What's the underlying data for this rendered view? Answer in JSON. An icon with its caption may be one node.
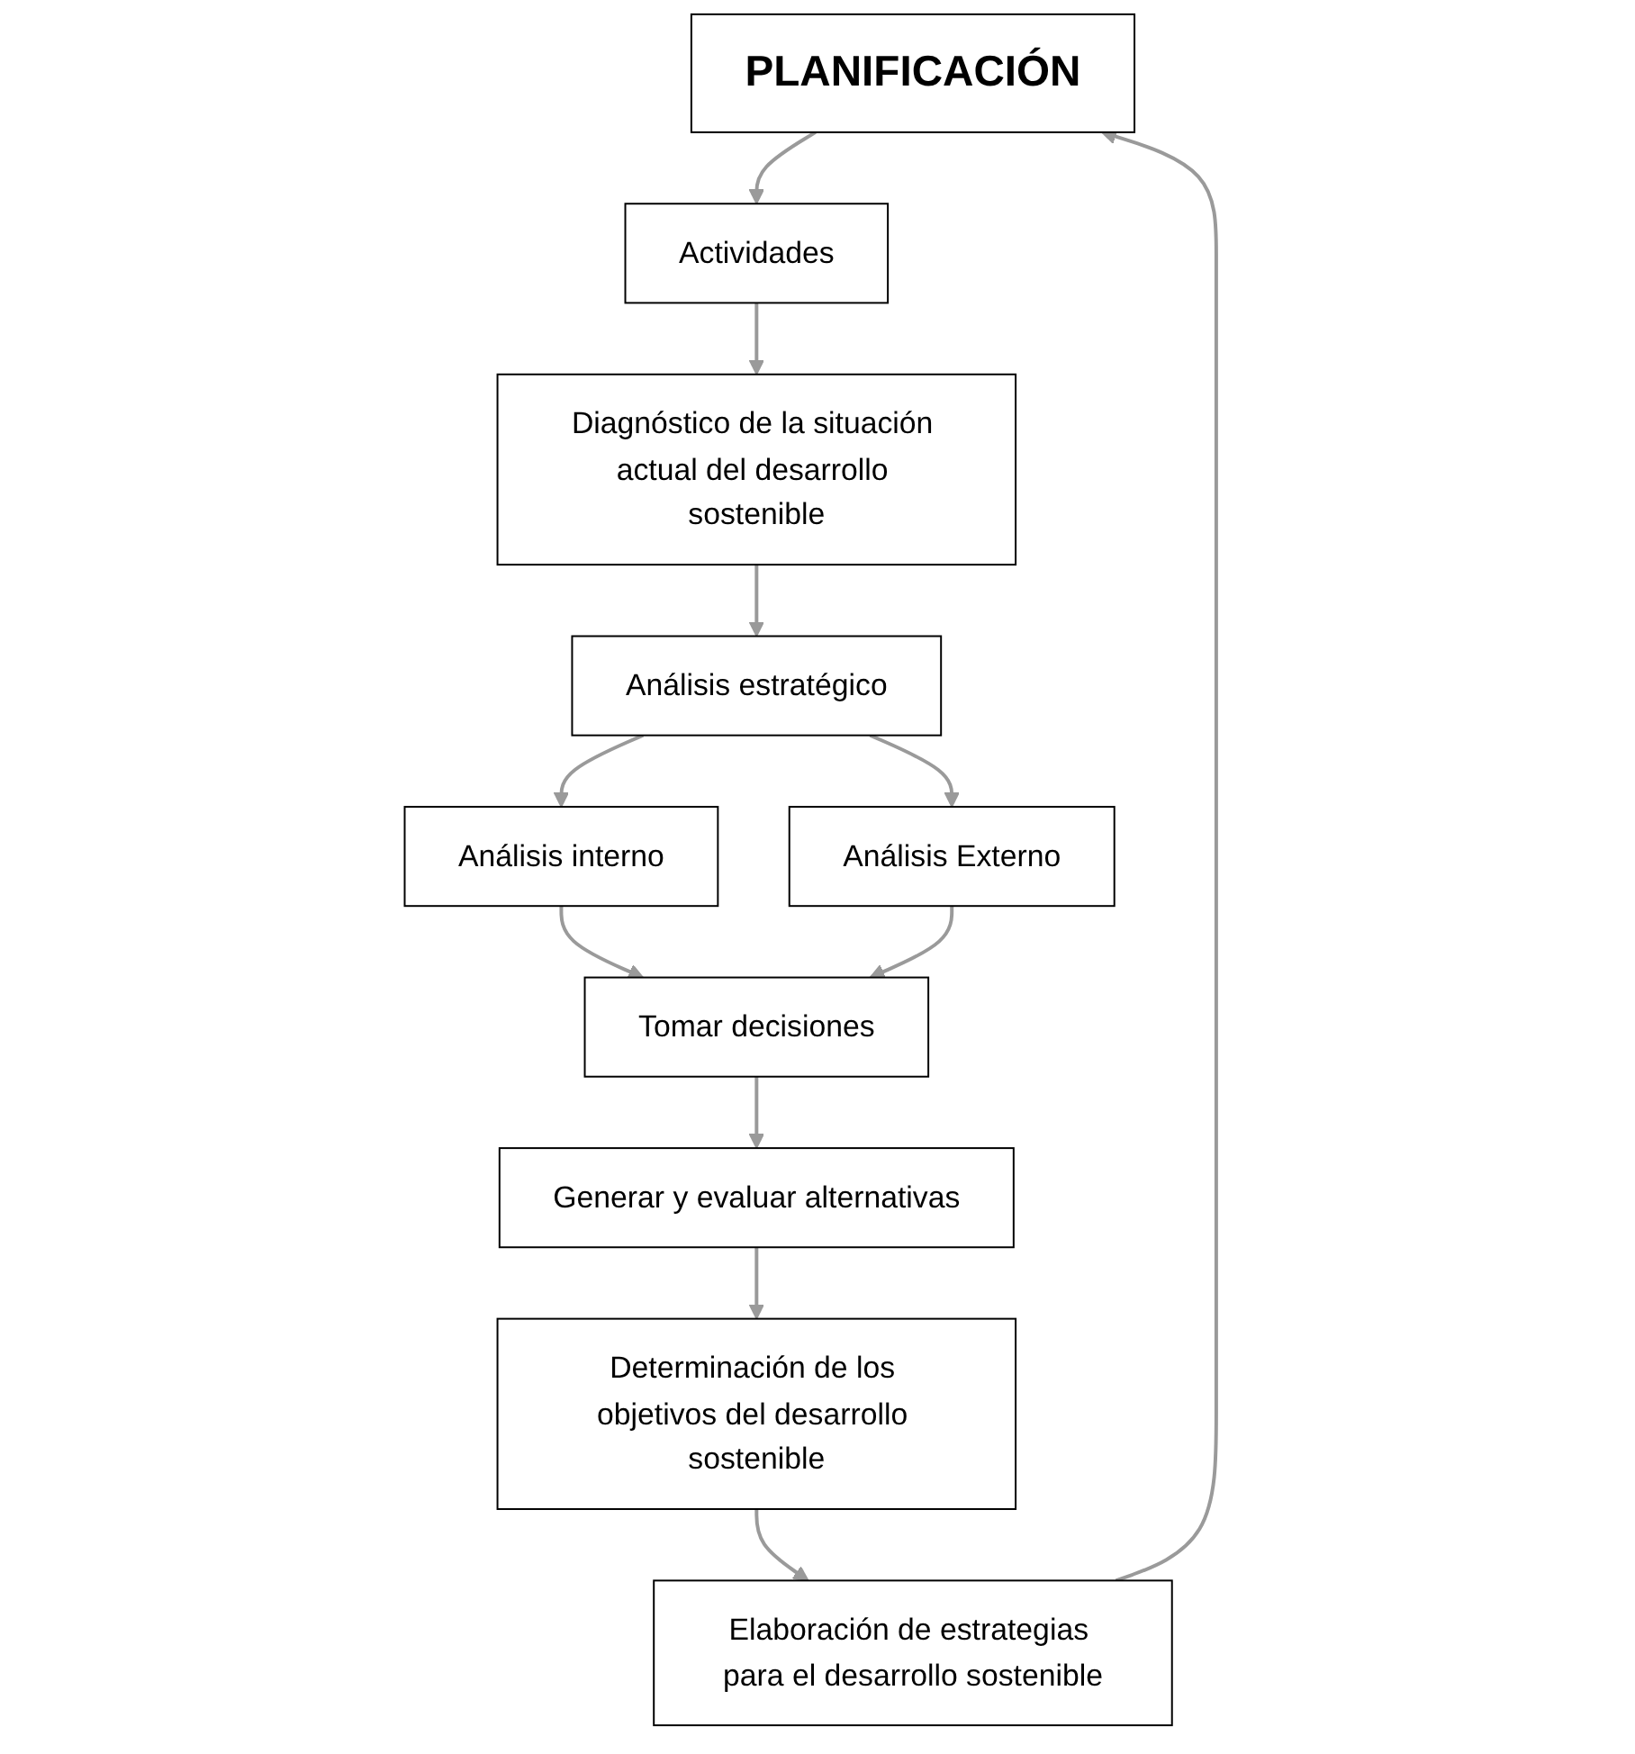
{
  "diagram": {
    "nodes": [
      {
        "text": [
          "PLANIFICACIÓN"
        ]
      },
      {
        "text": [
          "Actividades"
        ]
      },
      {
        "text": [
          "Diagnóstico de la situación actual del desarrollo sostenible"
        ]
      },
      {
        "text": [
          "Análisis estratégico"
        ]
      },
      {
        "text": [
          "Análisis interno"
        ]
      },
      {
        "text": [
          "Análisis Externo"
        ]
      },
      {
        "text": [
          "Tomar decisiones"
        ]
      },
      {
        "text": [
          "Generar y evaluar alternativas"
        ]
      },
      {
        "text": [
          "Determinación de los objetivos del desarrollo sostenible"
        ]
      },
      {
        "text": [
          "Elaboración de estrategias para el desarrollo sostenible"
        ]
      }
    ],
    "edges": [
      {
        "from": 0,
        "to": 1,
        "arrow": "to"
      },
      {
        "from": 1,
        "to": 2,
        "arrow": "to"
      },
      {
        "from": 2,
        "to": 3,
        "arrow": "to"
      },
      {
        "from": 3,
        "to": 4,
        "arrow": "to"
      },
      {
        "from": 3,
        "to": 5,
        "arrow": "to"
      },
      {
        "from": 4,
        "to": 6,
        "arrow": "to"
      },
      {
        "from": 5,
        "to": 6,
        "arrow": "to"
      },
      {
        "from": 6,
        "to": 7,
        "arrow": "to"
      },
      {
        "from": 7,
        "to": 8,
        "arrow": "to"
      },
      {
        "from": 8,
        "to": 9,
        "arrow": "to"
      },
      {
        "from": 9,
        "to": 0,
        "arrow": "to"
      }
    ]
  }
}
